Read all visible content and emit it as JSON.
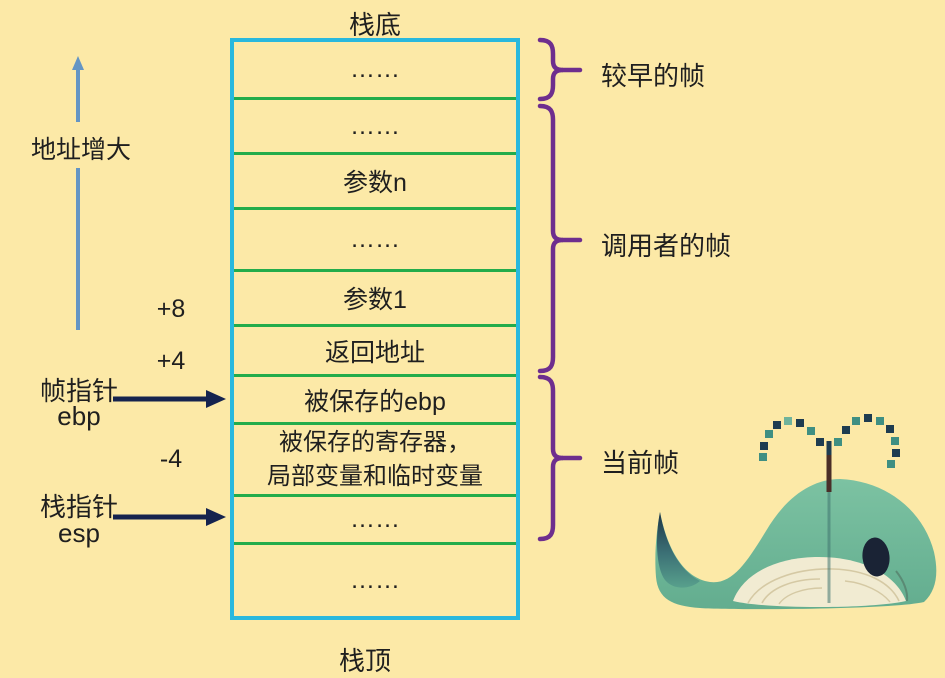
{
  "title_top": "栈底",
  "title_bottom": "栈顶",
  "left_panel": {
    "address_label": "地址增大",
    "offset_plus8": "+8",
    "offset_plus4": "+4",
    "offset_minus4": "-4",
    "frame_pointer_label": "帧指针",
    "frame_pointer_reg": "ebp",
    "stack_pointer_label": "栈指针",
    "stack_pointer_reg": "esp"
  },
  "stack": {
    "cells": [
      {
        "text": "……"
      },
      {
        "text": "……"
      },
      {
        "text": "参数n"
      },
      {
        "text": "……"
      },
      {
        "text": "参数1"
      },
      {
        "text": "返回地址"
      },
      {
        "text": "被保存的ebp"
      },
      {
        "text": "被保存的寄存器，",
        "text2": "局部变量和临时变量"
      },
      {
        "text": "……"
      },
      {
        "text": "……"
      }
    ]
  },
  "frames": {
    "earlier": "较早的帧",
    "caller": "调用者的帧",
    "current": "当前帧"
  },
  "icons": {
    "whale": "whale-illustration",
    "up_arrow": "address-increase-arrow",
    "ebp_arrow": "frame-pointer-arrow",
    "esp_arrow": "stack-pointer-arrow"
  },
  "colors": {
    "bg": "#FCE9A7",
    "box-border": "#29B8DD",
    "divider": "#23AC4B",
    "brace": "#6E2E8E",
    "arrow-blue": "#6495C4",
    "arrow-navy": "#15234E",
    "text": "#1F1F1F"
  }
}
